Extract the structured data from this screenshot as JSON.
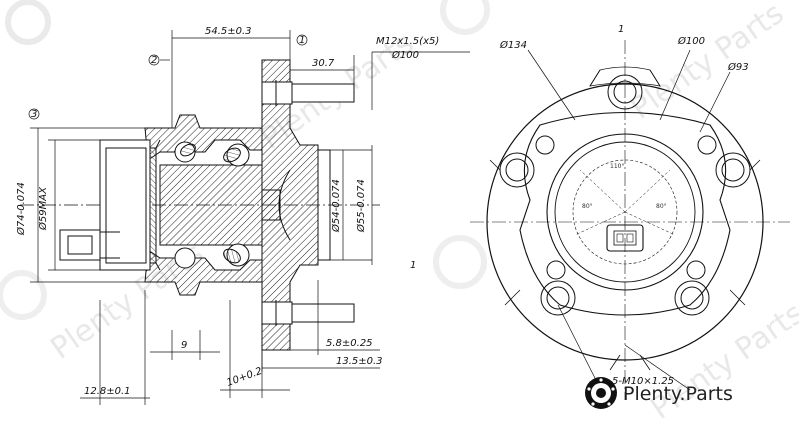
{
  "side_view": {
    "dim_flange_offset": "54.5±0.3",
    "dim_stud_length": "30.7",
    "stud_thread": "M12x1.5(x5)",
    "stud_pcd": "Ø100",
    "callout_1": "1",
    "callout_2": "2",
    "callout_3": "3",
    "dim_bearing_od": "Ø74-0.074",
    "dim_sensor_max": "Ø59MAX",
    "dim_pilot_1": "Ø54-0.074",
    "dim_pilot_2": "Ø55-0.074",
    "dim_9": "9",
    "dim_5_8": "5.8±0.25",
    "dim_13_5": "13.5±0.3",
    "dim_12_8": "12.8±0.1",
    "dim_10": "10+0.2"
  },
  "front_view": {
    "dia_134": "Ø134",
    "dia_100": "Ø100",
    "dia_93": "Ø93",
    "angle_top": "110°",
    "angle_left": "80°",
    "angle_right": "80°",
    "thread_note": "5-M10×1.25",
    "axis_mark": "1"
  },
  "brand": {
    "name": "Plenty.Parts",
    "watermark": "Plenty Parts"
  }
}
